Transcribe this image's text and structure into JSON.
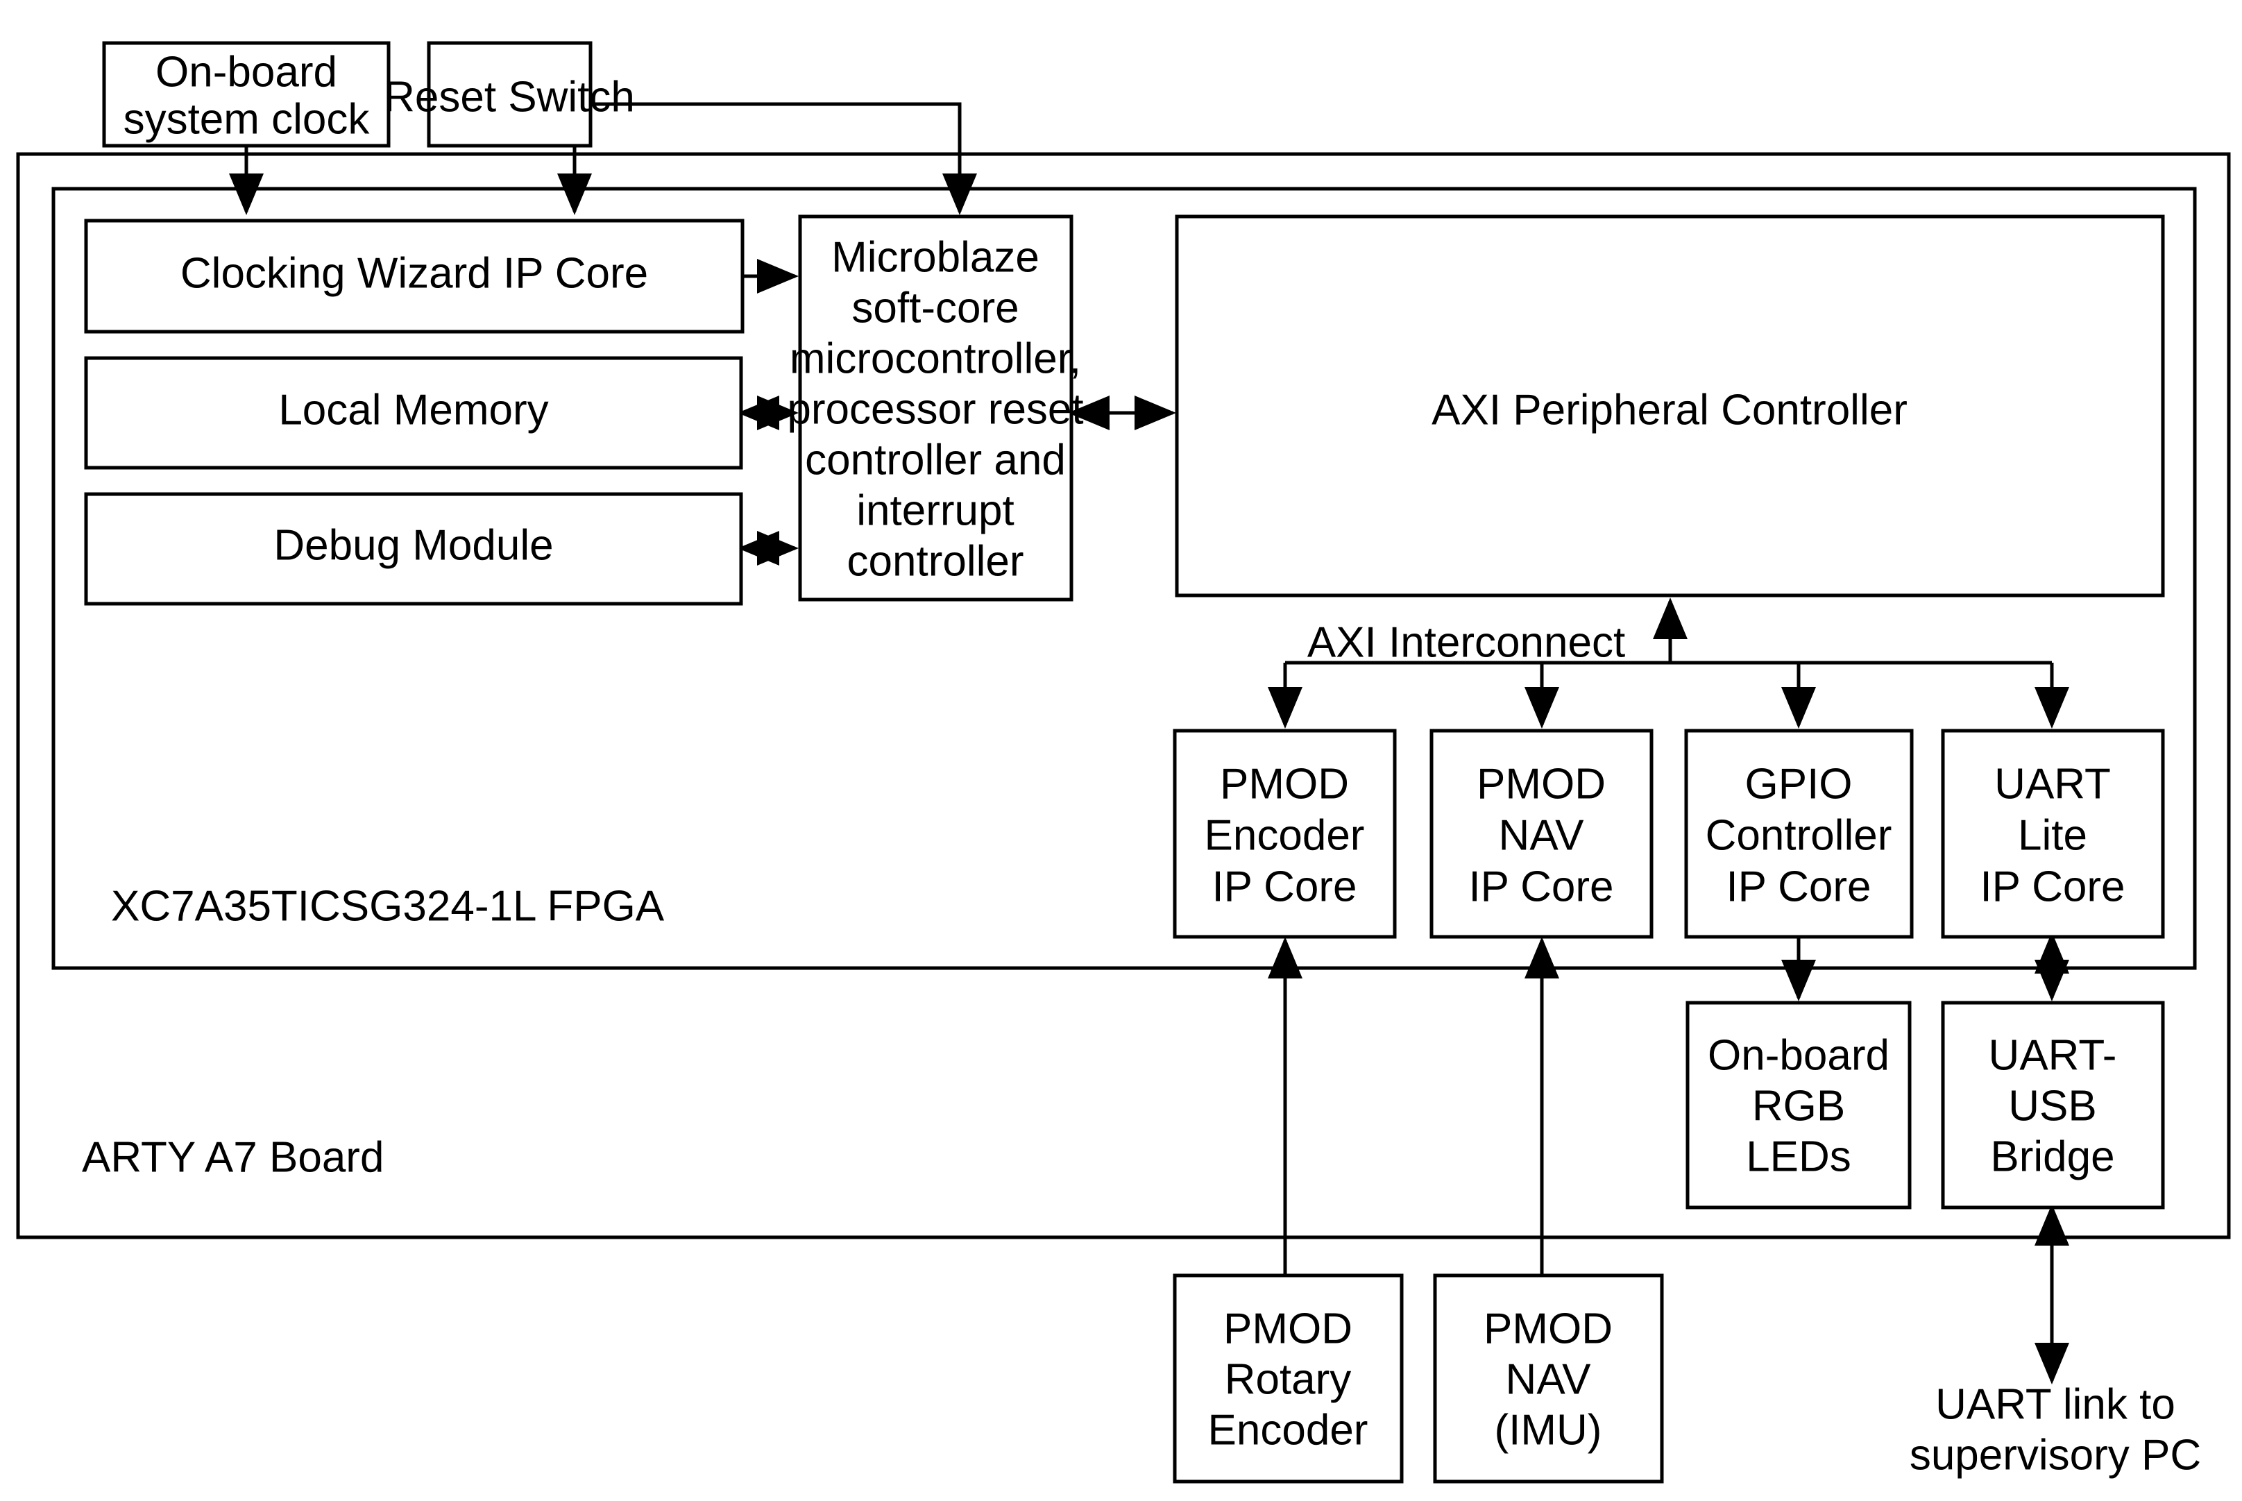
{
  "diagram": {
    "title_implicit": "ARTY A7 Board FPGA block diagram",
    "containers": {
      "board": {
        "label": "ARTY A7 Board"
      },
      "fpga": {
        "label": "XC7A35TICSG324-1L FPGA"
      }
    },
    "bus_label": "AXI Interconnect",
    "external_note": {
      "line1": "UART link to",
      "line2": "supervisory PC"
    },
    "blocks": {
      "onboard_clock": {
        "lines": [
          "On-board",
          "system clock"
        ]
      },
      "reset_switch": {
        "lines": [
          "Reset Switch"
        ]
      },
      "clocking_wizard": {
        "lines": [
          "Clocking Wizard IP Core"
        ]
      },
      "local_memory": {
        "lines": [
          "Local Memory"
        ]
      },
      "debug_module": {
        "lines": [
          "Debug Module"
        ]
      },
      "microblaze": {
        "lines": [
          "Microblaze",
          "soft-core",
          "microcontroller,",
          "processor reset",
          "controller and",
          "interrupt",
          "controller"
        ]
      },
      "axi_peripheral_controller": {
        "lines": [
          "AXI Peripheral Controller"
        ]
      },
      "pmod_encoder_ip": {
        "lines": [
          "PMOD",
          "Encoder",
          "IP Core"
        ]
      },
      "pmod_nav_ip": {
        "lines": [
          "PMOD",
          "NAV",
          "IP Core"
        ]
      },
      "gpio_controller_ip": {
        "lines": [
          "GPIO",
          "Controller",
          "IP Core"
        ]
      },
      "uart_lite_ip": {
        "lines": [
          "UART",
          "Lite",
          "IP Core"
        ]
      },
      "rgb_leds": {
        "lines": [
          "On-board",
          "RGB",
          "LEDs"
        ]
      },
      "uart_usb_bridge": {
        "lines": [
          "UART-",
          "USB",
          "Bridge"
        ]
      },
      "pmod_rotary_encoder": {
        "lines": [
          "PMOD",
          "Rotary",
          "Encoder"
        ]
      },
      "pmod_nav_imu": {
        "lines": [
          "PMOD",
          "NAV",
          "(IMU)"
        ]
      }
    },
    "colors": {
      "stroke": "#000000",
      "fill": "#ffffff",
      "text": "#000000"
    }
  }
}
